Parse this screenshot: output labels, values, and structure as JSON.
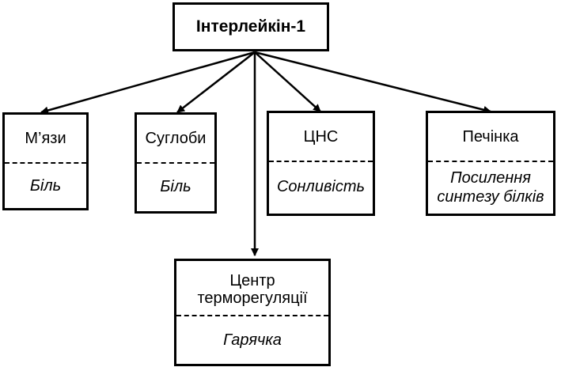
{
  "root": {
    "label": "Інтерлейкін-1"
  },
  "nodes": [
    {
      "id": "muscles",
      "title": "М’язи",
      "effect": "Біль"
    },
    {
      "id": "joints",
      "title": "Суглоби",
      "effect": "Біль"
    },
    {
      "id": "cns",
      "title": "ЦНС",
      "effect": "Сонливість"
    },
    {
      "id": "liver",
      "title": "Печінка",
      "effect": "Посилення\nсинтезу білків"
    },
    {
      "id": "thermo",
      "title": "Центр\nтерморегуляції",
      "effect": "Гарячка"
    }
  ]
}
